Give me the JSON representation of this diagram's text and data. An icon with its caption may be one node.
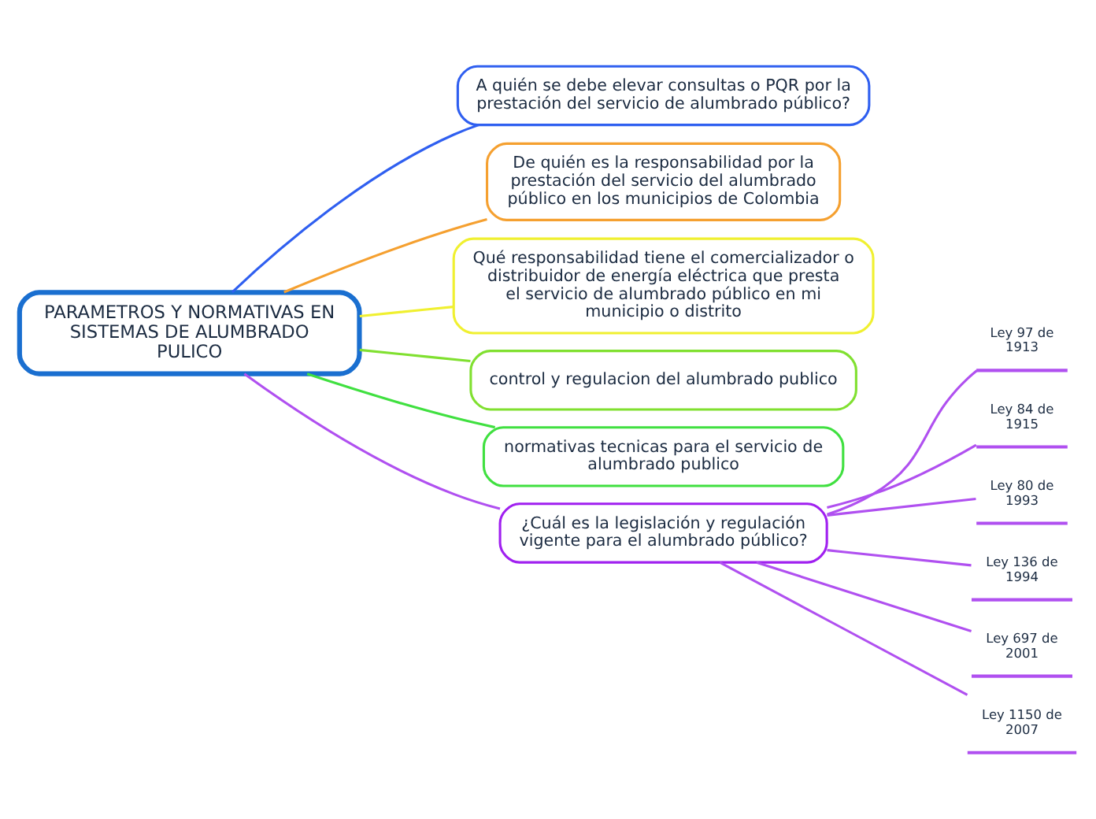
{
  "diagram": {
    "nodes": [
      {
        "text": [
          "PARAMETROS Y NORMATIVAS EN SISTEMAS DE ALUMBRADO PULICO"
        ]
      },
      {
        "text": [
          "A quién se debe elevar consultas o PQR por la prestación del servicio de alumbrado público?"
        ]
      },
      {
        "text": [
          "De quién es la responsabilidad por la prestación del servicio del alumbrado público en los municipios de Colombia"
        ]
      },
      {
        "text": [
          "Qué responsabilidad tiene el comercializador o distribuidor de energía eléctrica que presta el servicio de alumbrado público en mi municipio o distrito"
        ]
      },
      {
        "text": [
          "control y regulacion del alumbrado publico"
        ]
      },
      {
        "text": [
          "normativas tecnicas para el servicio de alumbrado publico"
        ]
      },
      {
        "text": [
          "¿Cuál es la legislación y regulación vigente para el alumbrado público?"
        ]
      },
      {
        "text": [
          "Ley 97 de 1913"
        ]
      },
      {
        "text": [
          "Ley 84 de 1915"
        ]
      },
      {
        "text": [
          "Ley 80 de 1993"
        ]
      },
      {
        "text": [
          "Ley 136 de 1994"
        ]
      },
      {
        "text": [
          "Ley 697 de 2001"
        ]
      },
      {
        "text": [
          "Ley 1150 de 2007"
        ]
      }
    ],
    "edges": [
      {
        "from": 0,
        "to": 1,
        "arrow": "none",
        "color": "#2f5ff0"
      },
      {
        "from": 0,
        "to": 2,
        "arrow": "none",
        "color": "#f5a030"
      },
      {
        "from": 0,
        "to": 3,
        "arrow": "none",
        "color": "#f0f030"
      },
      {
        "from": 0,
        "to": 4,
        "arrow": "none",
        "color": "#80e030"
      },
      {
        "from": 0,
        "to": 5,
        "arrow": "none",
        "color": "#40e040"
      },
      {
        "from": 0,
        "to": 6,
        "arrow": "none"
      },
      {
        "from": 6,
        "to": 7,
        "arrow": "none"
      },
      {
        "from": 6,
        "to": 8,
        "arrow": "none"
      },
      {
        "from": 6,
        "to": 9,
        "arrow": "none"
      },
      {
        "from": 6,
        "to": 10,
        "arrow": "none"
      },
      {
        "from": 6,
        "to": 11,
        "arrow": "none"
      },
      {
        "from": 6,
        "to": 12,
        "arrow": "none"
      }
    ]
  }
}
